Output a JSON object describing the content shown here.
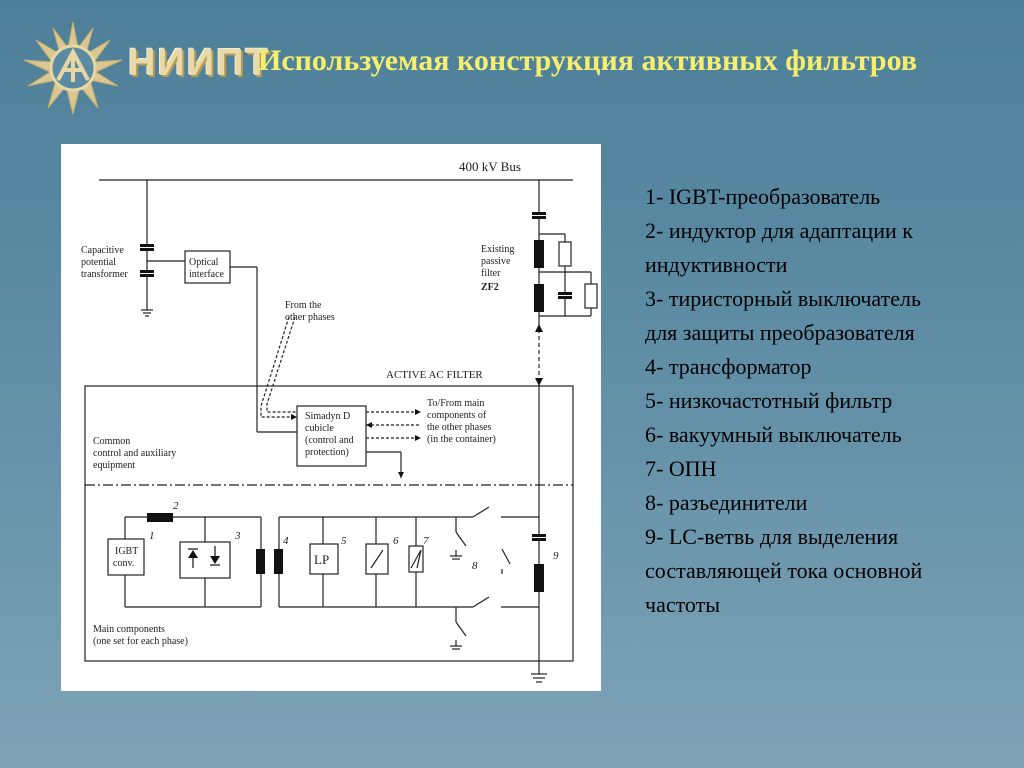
{
  "logo": {
    "text": "НИИПТ"
  },
  "title": "Используемая конструкция активных фильтров",
  "diagram": {
    "bus_label": "400 kV Bus",
    "cpt_label": [
      "Capacitive",
      "potential",
      "transformer"
    ],
    "optical_label": [
      "Optical",
      "interface"
    ],
    "from_phases_label": [
      "From the",
      "other phases"
    ],
    "passive_filter_label": [
      "Existing",
      "passive",
      "filter"
    ],
    "passive_filter_id": "ZF2",
    "active_filter_label": "ACTIVE AC FILTER",
    "simadyn_label": [
      "Simadyn D",
      "cubicle",
      "(control and",
      "protection)"
    ],
    "to_from_label": [
      "To/From main",
      "components of",
      "the other phases",
      "(in the container)"
    ],
    "common_label": [
      "Common",
      "control and auxiliary",
      "equipment"
    ],
    "igbt_label": [
      "IGBT",
      "conv."
    ],
    "lp_label": "LP",
    "main_components_label": [
      "Main components",
      "(one set for each phase)"
    ],
    "numbers": [
      "1",
      "2",
      "3",
      "4",
      "5",
      "6",
      "7",
      "8",
      "9"
    ]
  },
  "legend": [
    "1- IGBT-преобразователь",
    "2- индуктор для адаптации к",
    "индуктивности",
    "3- тиристорный выключатель",
    "для защиты преобразователя",
    "4- трансформатор",
    "5- низкочастотный фильтр",
    "6- вакуумный выключатель",
    "7- ОПН",
    "8- разъединители",
    "9- LC-ветвь для выделения",
    "составляющей тока основной",
    "частоты"
  ]
}
